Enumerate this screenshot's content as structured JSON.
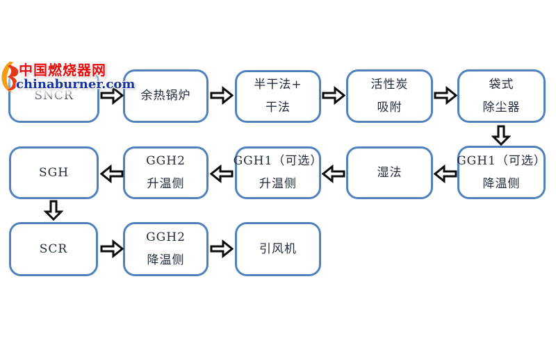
{
  "watermark": {
    "site_name_cn": "中国燃烧器网",
    "site_domain": "chinaburner.com",
    "colors": {
      "cn_text": "#e60d0d",
      "domain_text": "#16339d",
      "flame_orange": "#f59d16",
      "flame_red": "#e23a18"
    }
  },
  "flowchart": {
    "colors": {
      "box_border": "#4f81bd",
      "box_fill": "#ffffff",
      "text": "#1e2838",
      "arrow_outline": "#0a0a0a",
      "arrow_fill": "#ffffff"
    },
    "nodes": [
      {
        "id": "sncr",
        "lines": [
          "SNCR"
        ]
      },
      {
        "id": "waste-heat-boiler",
        "lines": [
          "余热锅炉"
        ]
      },
      {
        "id": "semi-dry-dry",
        "lines": [
          "半干法+",
          "干法"
        ]
      },
      {
        "id": "activated-carbon",
        "lines": [
          "活性炭",
          "吸附"
        ]
      },
      {
        "id": "bag-filter",
        "lines": [
          "袋式",
          "除尘器"
        ]
      },
      {
        "id": "ggh1-cooling",
        "lines": [
          "GGH1（可选）",
          "降温侧"
        ]
      },
      {
        "id": "wet-method",
        "lines": [
          "湿法"
        ]
      },
      {
        "id": "ggh1-heating",
        "lines": [
          "GGH1（可选）",
          "升温侧"
        ]
      },
      {
        "id": "ggh2-heating",
        "lines": [
          "GGH2",
          "升温侧"
        ]
      },
      {
        "id": "sgh",
        "lines": [
          "SGH"
        ]
      },
      {
        "id": "scr",
        "lines": [
          "SCR"
        ]
      },
      {
        "id": "ggh2-cooling",
        "lines": [
          "GGH2",
          "降温侧"
        ]
      },
      {
        "id": "induced-draft-fan",
        "lines": [
          "引风机"
        ]
      }
    ],
    "edges": [
      {
        "from": "sncr",
        "to": "waste-heat-boiler",
        "direction": "right"
      },
      {
        "from": "waste-heat-boiler",
        "to": "semi-dry-dry",
        "direction": "right"
      },
      {
        "from": "semi-dry-dry",
        "to": "activated-carbon",
        "direction": "right"
      },
      {
        "from": "activated-carbon",
        "to": "bag-filter",
        "direction": "right"
      },
      {
        "from": "bag-filter",
        "to": "ggh1-cooling",
        "direction": "down"
      },
      {
        "from": "ggh1-cooling",
        "to": "wet-method",
        "direction": "left"
      },
      {
        "from": "wet-method",
        "to": "ggh1-heating",
        "direction": "left"
      },
      {
        "from": "ggh1-heating",
        "to": "ggh2-heating",
        "direction": "left"
      },
      {
        "from": "ggh2-heating",
        "to": "sgh",
        "direction": "left"
      },
      {
        "from": "sgh",
        "to": "scr",
        "direction": "down"
      },
      {
        "from": "scr",
        "to": "ggh2-cooling",
        "direction": "right"
      },
      {
        "from": "ggh2-cooling",
        "to": "induced-draft-fan",
        "direction": "right"
      }
    ]
  }
}
